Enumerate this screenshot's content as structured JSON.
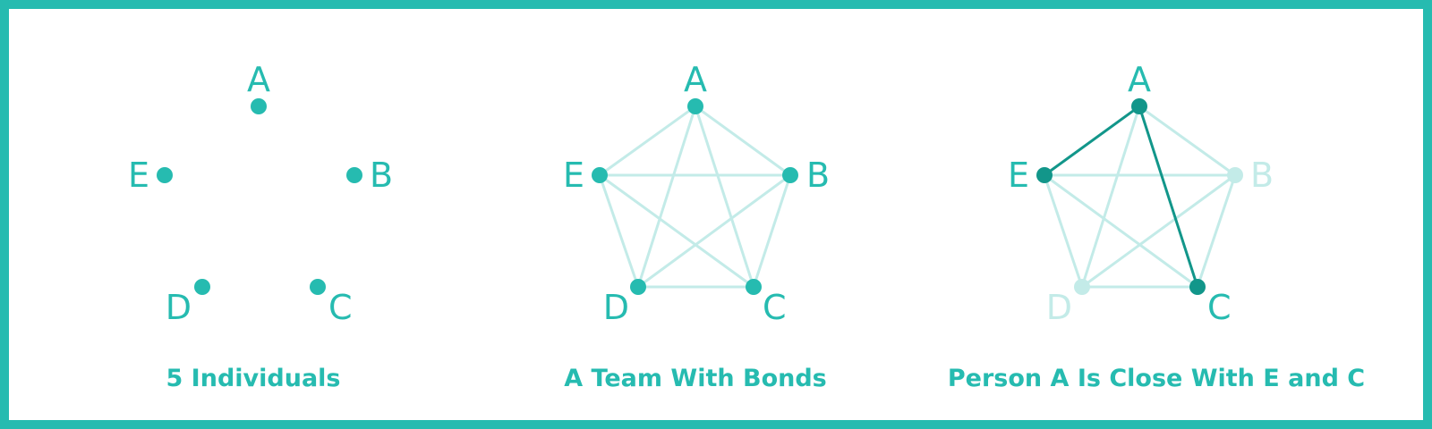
{
  "colors": {
    "border": "#26bbb0",
    "primary": "#26bbb0",
    "dark": "#12968a",
    "faded_node": "#c3ebe8",
    "edge_light": "#c3ebe8"
  },
  "panels": [
    {
      "caption": "5 Individuals",
      "nodes": [
        {
          "id": "A",
          "label": "A"
        },
        {
          "id": "B",
          "label": "B"
        },
        {
          "id": "C",
          "label": "C"
        },
        {
          "id": "D",
          "label": "D"
        },
        {
          "id": "E",
          "label": "E"
        }
      ],
      "edges": []
    },
    {
      "caption": "A Team With Bonds",
      "nodes": [
        {
          "id": "A",
          "label": "A"
        },
        {
          "id": "B",
          "label": "B"
        },
        {
          "id": "C",
          "label": "C"
        },
        {
          "id": "D",
          "label": "D"
        },
        {
          "id": "E",
          "label": "E"
        }
      ],
      "edges": [
        "A-B",
        "A-C",
        "A-D",
        "A-E",
        "B-C",
        "B-D",
        "B-E",
        "C-D",
        "C-E",
        "D-E"
      ]
    },
    {
      "caption": "Person A Is Close With E and C",
      "nodes": [
        {
          "id": "A",
          "label": "A",
          "state": "highlighted"
        },
        {
          "id": "B",
          "label": "B",
          "state": "faded"
        },
        {
          "id": "C",
          "label": "C",
          "state": "highlighted"
        },
        {
          "id": "D",
          "label": "D",
          "state": "faded"
        },
        {
          "id": "E",
          "label": "E",
          "state": "highlighted"
        }
      ],
      "edges": [
        "A-B",
        "A-C",
        "A-D",
        "A-E",
        "B-C",
        "B-D",
        "B-E",
        "C-D",
        "C-E",
        "D-E"
      ],
      "highlighted_edges": [
        "A-E",
        "A-C"
      ]
    }
  ]
}
